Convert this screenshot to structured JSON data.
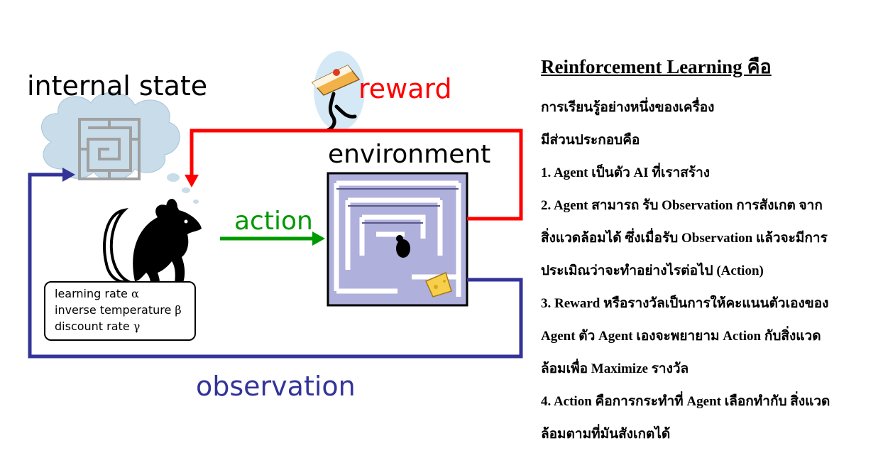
{
  "diagram": {
    "internal_state_label": "internal state",
    "environment_label": "environment",
    "reward_label": "reward",
    "action_label": "action",
    "observation_label": "observation",
    "params": [
      {
        "text": "learning rate ",
        "symbol": "α"
      },
      {
        "text": "inverse temperature ",
        "symbol": "β"
      },
      {
        "text": "discount rate ",
        "symbol": "γ"
      }
    ],
    "icons": [
      "thought-cloud-icon",
      "maze-icon",
      "mouse-icon",
      "cake-icon",
      "maze-environment-icon",
      "cheese-icon"
    ],
    "colors": {
      "reward": "#ff0000",
      "action": "#009900",
      "observation": "#333399",
      "cloud": "#c8dcea"
    }
  },
  "panel": {
    "title": "Reinforcement Learning คือ",
    "lines": [
      "การเรียนรู้อย่างหนึ่งของเครื่อง",
      "มีส่วนประกอบคือ",
      "1. Agent เป็นตัว AI ที่เราสร้าง",
      "2. Agent สามารถ รับ Observation การสังเกต จาก",
      "สิ่งแวดล้อมได้ ซึ่งเมื่อรับ Observation แล้วจะมีการ",
      "ประเมิณว่าจะทำอย่างไรต่อไป (Action)",
      "3. Reward หรือรางวัลเป็นการให้คะแนนตัวเองของ",
      "Agent ตัว Agent เองจะพยายาม Action กับสิ่งแวด",
      "ล้อมเพื่อ Maximize รางวัล",
      "4. Action คือการกระทำที่ Agent เลือกทำกับ สิ่งแวด",
      "ล้อมตามที่มันสังเกตได้"
    ]
  }
}
